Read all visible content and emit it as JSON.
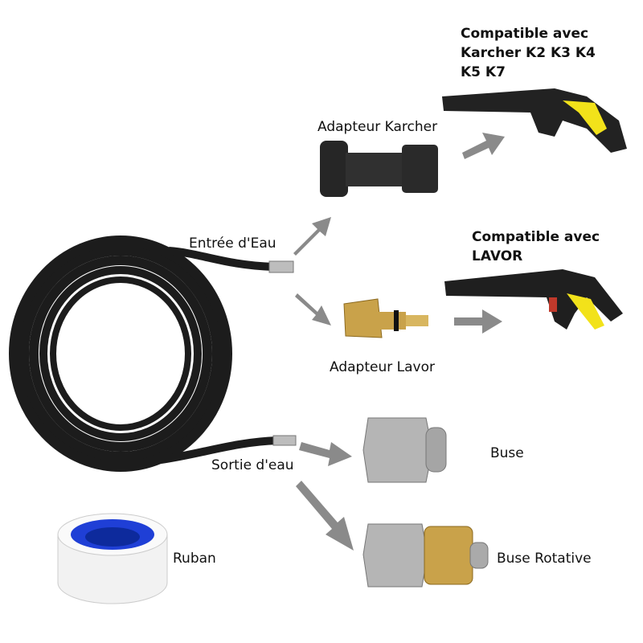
{
  "labels": {
    "karcher_compat": [
      "Compatible avec",
      "Karcher K2 K3 K4",
      "K5 K7"
    ],
    "adapter_karcher": "Adapteur Karcher",
    "water_inlet": "Entrée d'Eau",
    "lavor_compat": [
      "Compatible avec",
      "LAVOR"
    ],
    "adapter_lavor": "Adapteur Lavor",
    "nozzle": "Buse",
    "water_outlet": "Sortie d'eau",
    "tape": "Ruban",
    "rotary_nozzle": "Buse Rotative"
  },
  "colors": {
    "hose": "#1c1c1c",
    "arrow": "#8a8a8a",
    "gun_accent": "#f2e21a",
    "brass": "#c9a24a",
    "steel": "#a9a9a9",
    "tape_blue": "#1f3fd6"
  }
}
